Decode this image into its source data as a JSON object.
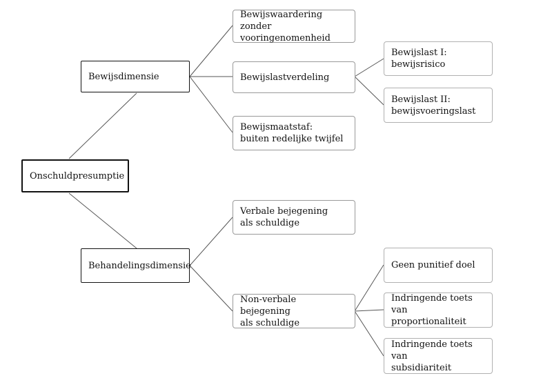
{
  "root": {
    "label": "Onschuldpresumptie",
    "branches": [
      {
        "label": "Bewijsdimensie",
        "children": [
          {
            "label": "Bewijswaardering zonder\nvooringenomenheid",
            "children": []
          },
          {
            "label": "Bewijslastverdeling",
            "children": [
              {
                "label": "Bewijslast I:\nbewijsrisico"
              },
              {
                "label": "Bewijslast II:\nbewijsvoeringslast"
              }
            ]
          },
          {
            "label": "Bewijsmaatstaf:\nbuiten redelijke twijfel",
            "children": []
          }
        ]
      },
      {
        "label": "Behandelingsdimensie",
        "children": [
          {
            "label": "Verbale bejegening\nals schuldige",
            "children": []
          },
          {
            "label": "Non-verbale bejegening\nals schuldige",
            "children": [
              {
                "label": "Geen punitief doel"
              },
              {
                "label": "Indringende toets van\nproportionaliteit"
              },
              {
                "label": "Indringende toets van\nsubsidiariteit"
              }
            ]
          }
        ]
      }
    ]
  }
}
